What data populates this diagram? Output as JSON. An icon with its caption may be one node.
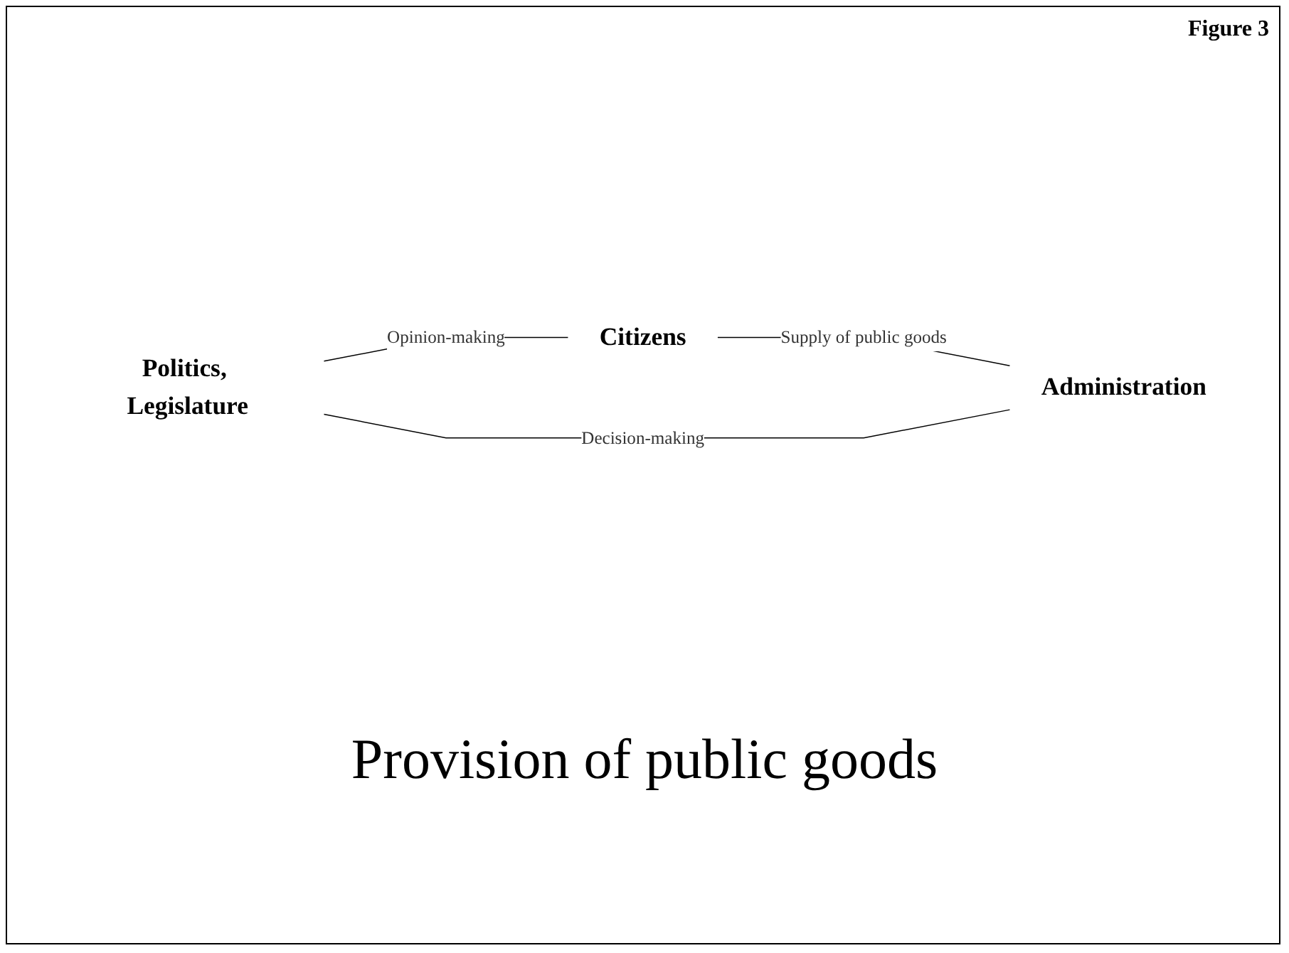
{
  "diagram": {
    "caption": "Provision of public goods",
    "nodes": [
      {
        "text": [
          "Citizens"
        ]
      },
      {
        "text": [
          "Politics, Legislature"
        ]
      },
      {
        "text": [
          "Administration"
        ]
      }
    ],
    "edges": [
      {
        "from": 1,
        "to": 0,
        "arrow": "none",
        "label": "Opinion-making"
      },
      {
        "from": 0,
        "to": 2,
        "arrow": "none",
        "label": "Supply of public goods"
      },
      {
        "from": 1,
        "to": 2,
        "arrow": "none",
        "label": "Decision-making"
      }
    ],
    "labels": [
      "Figure 3"
    ]
  }
}
